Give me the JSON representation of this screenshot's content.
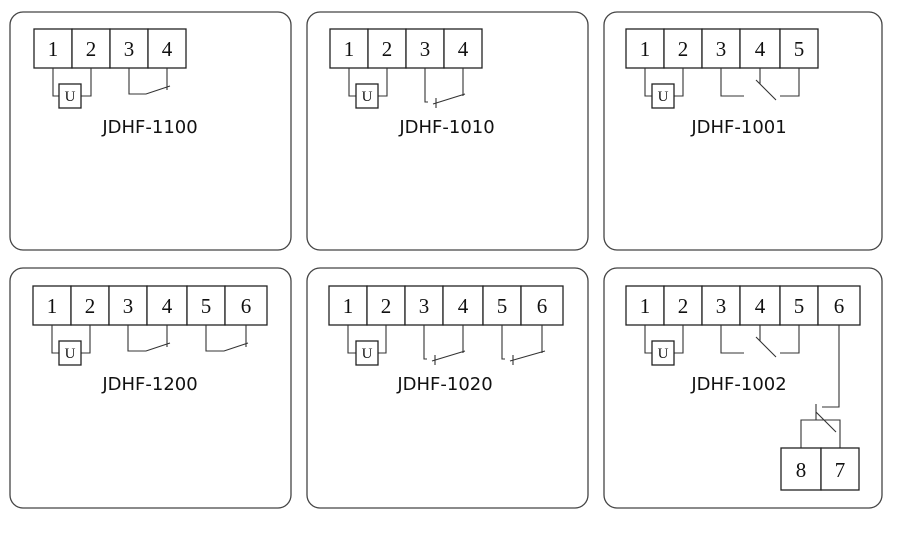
{
  "diagrams": [
    {
      "model": "JDHF-1100",
      "terminals": [
        "1",
        "2",
        "3",
        "4"
      ],
      "coil_label": "U"
    },
    {
      "model": "JDHF-1010",
      "terminals": [
        "1",
        "2",
        "3",
        "4"
      ],
      "coil_label": "U"
    },
    {
      "model": "JDHF-1001",
      "terminals": [
        "1",
        "2",
        "3",
        "4",
        "5"
      ],
      "coil_label": "U"
    },
    {
      "model": "JDHF-1200",
      "terminals": [
        "1",
        "2",
        "3",
        "4",
        "5",
        "6"
      ],
      "coil_label": "U"
    },
    {
      "model": "JDHF-1020",
      "terminals": [
        "1",
        "2",
        "3",
        "4",
        "5",
        "6"
      ],
      "coil_label": "U"
    },
    {
      "model": "JDHF-1002",
      "terminals": [
        "1",
        "2",
        "3",
        "4",
        "5",
        "6"
      ],
      "coil_label": "U",
      "extra_terminals": [
        "8",
        "7"
      ]
    }
  ]
}
